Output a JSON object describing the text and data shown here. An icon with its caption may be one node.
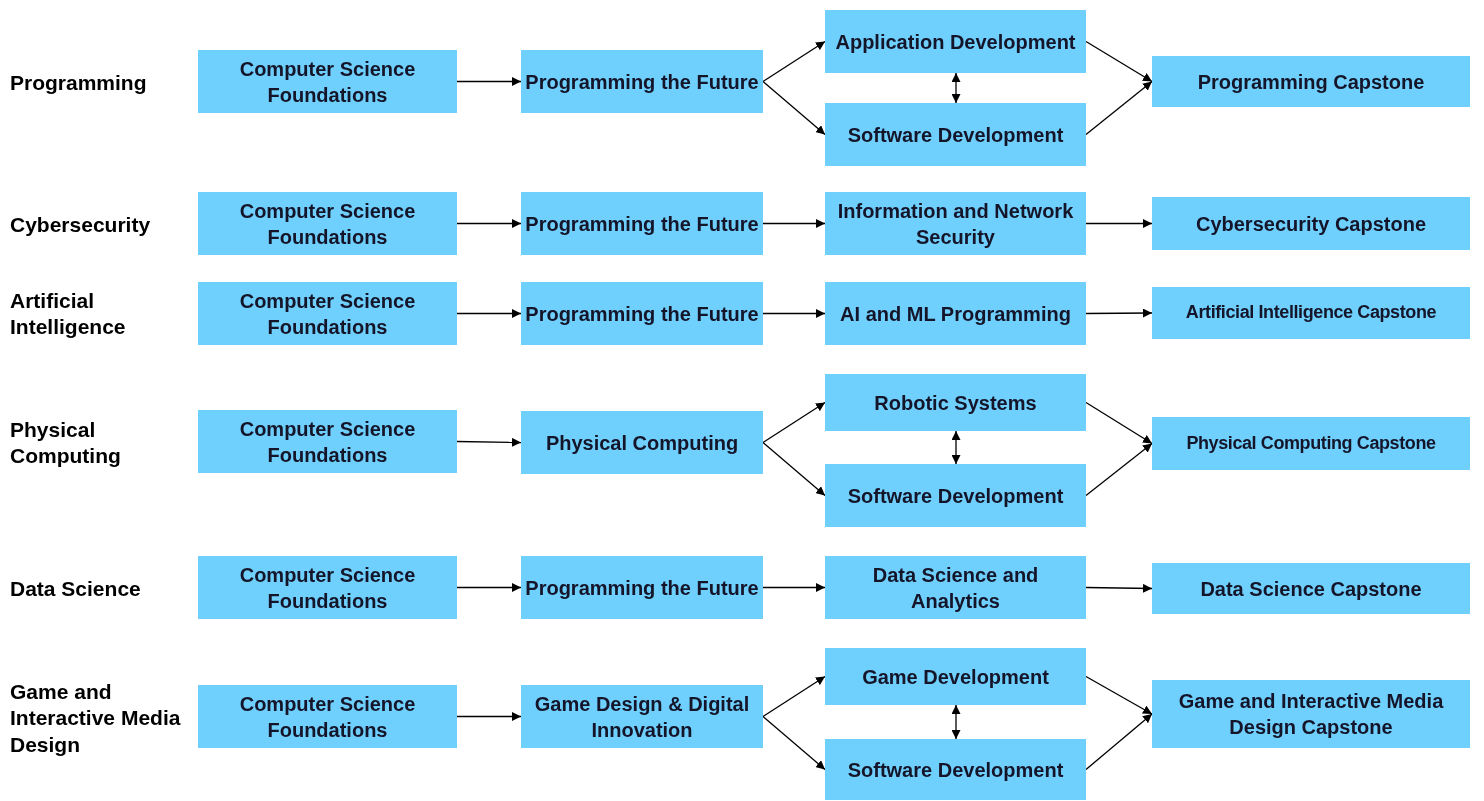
{
  "diagram": {
    "nodes": [
      {
        "text": [
          "Computer Science Foundations"
        ]
      },
      {
        "text": [
          "Programming the Future"
        ]
      },
      {
        "text": [
          "Application Development"
        ]
      },
      {
        "text": [
          "Software Development"
        ]
      },
      {
        "text": [
          "Programming Capstone"
        ]
      },
      {
        "text": [
          "Computer Science Foundations"
        ]
      },
      {
        "text": [
          "Programming the Future"
        ]
      },
      {
        "text": [
          "Information and Network Security"
        ]
      },
      {
        "text": [
          "Cybersecurity Capstone"
        ]
      },
      {
        "text": [
          "Computer Science Foundations"
        ]
      },
      {
        "text": [
          "Programming the Future"
        ]
      },
      {
        "text": [
          "AI and ML Programming"
        ]
      },
      {
        "text": [
          "Artificial Intelligence Capstone"
        ]
      },
      {
        "text": [
          "Computer Science Foundations"
        ]
      },
      {
        "text": [
          "Physical Computing"
        ]
      },
      {
        "text": [
          "Robotic Systems"
        ]
      },
      {
        "text": [
          "Software Development"
        ]
      },
      {
        "text": [
          "Physical Computing Capstone"
        ]
      },
      {
        "text": [
          "Computer Science Foundations"
        ]
      },
      {
        "text": [
          "Programming the Future"
        ]
      },
      {
        "text": [
          "Data Science and Analytics"
        ]
      },
      {
        "text": [
          "Data Science Capstone"
        ]
      },
      {
        "text": [
          "Computer Science Foundations"
        ]
      },
      {
        "text": [
          "Game Design & Digital Innovation"
        ]
      },
      {
        "text": [
          "Game Development"
        ]
      },
      {
        "text": [
          "Software Development"
        ]
      },
      {
        "text": [
          "Game and Interactive Media Design Capstone"
        ]
      }
    ],
    "edges": [
      {
        "from": 0,
        "to": 1,
        "arrow": "to"
      },
      {
        "from": 1,
        "to": 2,
        "arrow": "to"
      },
      {
        "from": 1,
        "to": 3,
        "arrow": "to"
      },
      {
        "from": 2,
        "to": 3,
        "arrow": "both"
      },
      {
        "from": 2,
        "to": 4,
        "arrow": "to"
      },
      {
        "from": 3,
        "to": 4,
        "arrow": "to"
      },
      {
        "from": 5,
        "to": 6,
        "arrow": "to"
      },
      {
        "from": 6,
        "to": 7,
        "arrow": "to"
      },
      {
        "from": 7,
        "to": 8,
        "arrow": "to"
      },
      {
        "from": 9,
        "to": 10,
        "arrow": "to"
      },
      {
        "from": 10,
        "to": 11,
        "arrow": "to"
      },
      {
        "from": 11,
        "to": 12,
        "arrow": "to"
      },
      {
        "from": 13,
        "to": 14,
        "arrow": "to"
      },
      {
        "from": 14,
        "to": 15,
        "arrow": "to"
      },
      {
        "from": 14,
        "to": 16,
        "arrow": "to"
      },
      {
        "from": 15,
        "to": 16,
        "arrow": "both"
      },
      {
        "from": 15,
        "to": 17,
        "arrow": "to"
      },
      {
        "from": 16,
        "to": 17,
        "arrow": "to"
      },
      {
        "from": 18,
        "to": 19,
        "arrow": "to"
      },
      {
        "from": 19,
        "to": 20,
        "arrow": "to"
      },
      {
        "from": 20,
        "to": 21,
        "arrow": "to"
      },
      {
        "from": 22,
        "to": 23,
        "arrow": "to"
      },
      {
        "from": 23,
        "to": 24,
        "arrow": "to"
      },
      {
        "from": 23,
        "to": 25,
        "arrow": "to"
      },
      {
        "from": 24,
        "to": 25,
        "arrow": "both"
      },
      {
        "from": 24,
        "to": 26,
        "arrow": "to"
      },
      {
        "from": 25,
        "to": 26,
        "arrow": "to"
      }
    ],
    "labels": [
      "Programming",
      "Cybersecurity",
      "Artificial Intelligence",
      "Physical Computing",
      "Data Science",
      "Game and Interactive Media Design"
    ]
  }
}
